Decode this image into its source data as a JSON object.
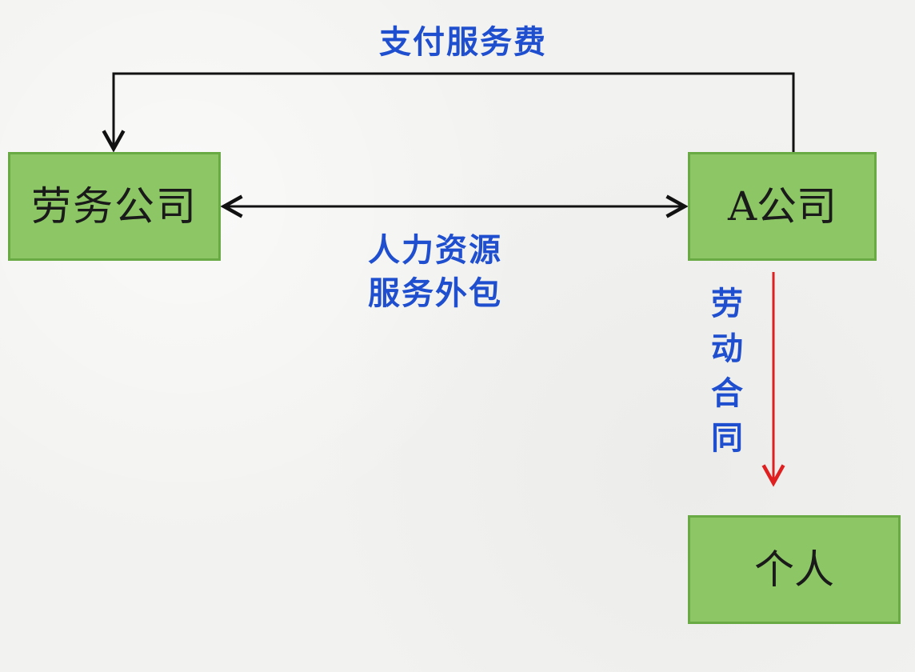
{
  "nodes": {
    "labor_company": "劳务公司",
    "a_company": "A公司",
    "individual": "个人"
  },
  "edges": {
    "service_fee": "支付服务费",
    "hr_outsourcing": "人力资源\n服务外包",
    "labor_contract": "劳动合同"
  },
  "colors": {
    "box_fill": "#8cc665",
    "box_border": "#6aaa44",
    "label_text": "#1f4fcf",
    "connector_black": "#111111",
    "connector_red": "#e02020"
  }
}
